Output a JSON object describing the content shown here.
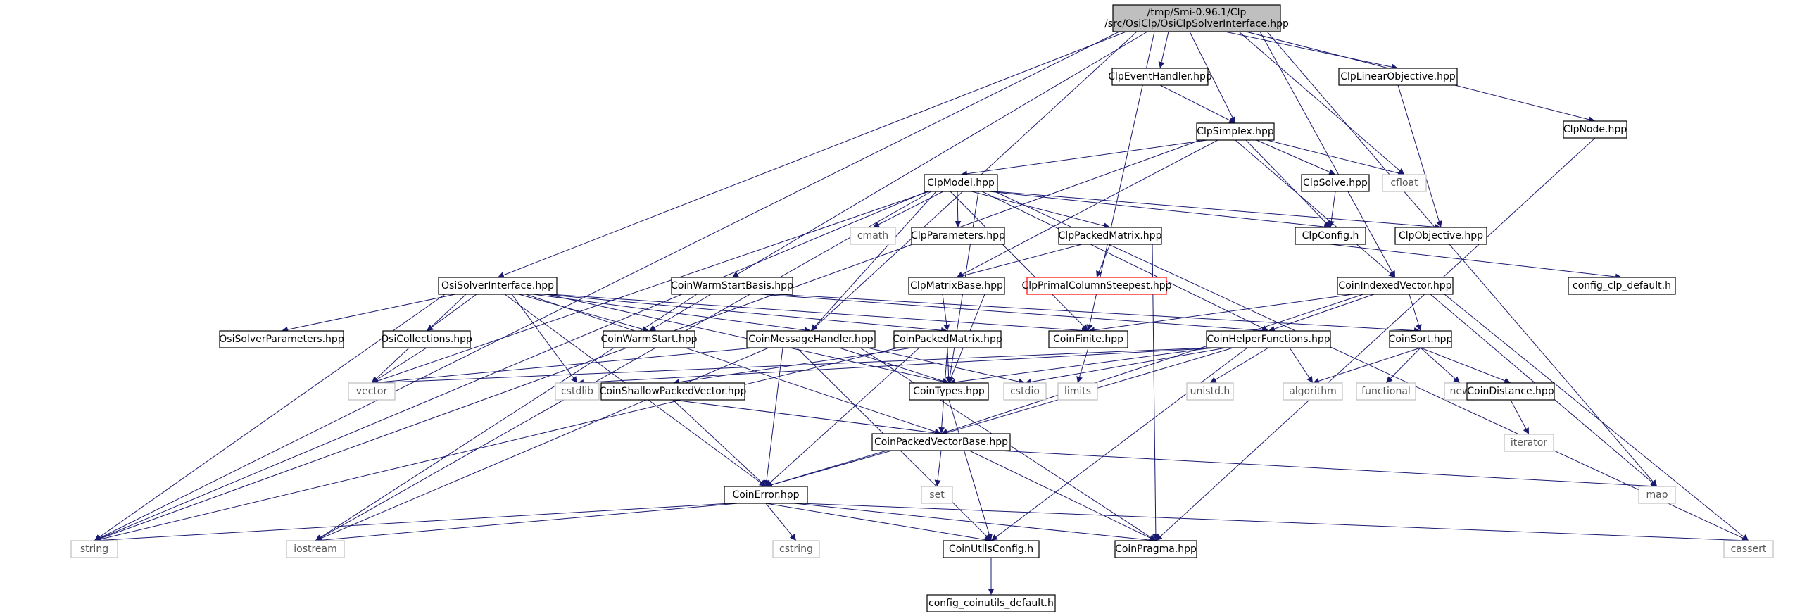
{
  "colors": {
    "edge": "#191970",
    "node_border": "#000000",
    "node_border_light": "#bfbfbf",
    "node_border_missing": "#ff0000",
    "root_fill": "#bfbfbf",
    "text": "#000000",
    "text_light": "#555555"
  },
  "nodes": [
    {
      "id": "root",
      "lines": [
        "/tmp/Smi-0.96.1/Clp",
        "/src/OsiClp/OsiClpSolverInterface.hpp"
      ],
      "style": "root"
    },
    {
      "id": "ClpEventHandler",
      "lines": [
        "ClpEventHandler.hpp"
      ],
      "style": "normal"
    },
    {
      "id": "ClpLinearObjective",
      "lines": [
        "ClpLinearObjective.hpp"
      ],
      "style": "normal"
    },
    {
      "id": "ClpSimplex",
      "lines": [
        "ClpSimplex.hpp"
      ],
      "style": "normal"
    },
    {
      "id": "ClpNode",
      "lines": [
        "ClpNode.hpp"
      ],
      "style": "normal"
    },
    {
      "id": "ClpModel",
      "lines": [
        "ClpModel.hpp"
      ],
      "style": "normal"
    },
    {
      "id": "ClpSolve",
      "lines": [
        "ClpSolve.hpp"
      ],
      "style": "normal"
    },
    {
      "id": "cfloat",
      "lines": [
        "cfloat"
      ],
      "style": "light"
    },
    {
      "id": "cmath",
      "lines": [
        "cmath"
      ],
      "style": "light"
    },
    {
      "id": "ClpParameters",
      "lines": [
        "ClpParameters.hpp"
      ],
      "style": "normal"
    },
    {
      "id": "ClpPackedMatrix",
      "lines": [
        "ClpPackedMatrix.hpp"
      ],
      "style": "normal"
    },
    {
      "id": "ClpConfig",
      "lines": [
        "ClpConfig.h"
      ],
      "style": "normal"
    },
    {
      "id": "ClpObjective",
      "lines": [
        "ClpObjective.hpp"
      ],
      "style": "normal"
    },
    {
      "id": "OsiSolverInterface",
      "lines": [
        "OsiSolverInterface.hpp"
      ],
      "style": "normal"
    },
    {
      "id": "CoinWarmStartBasis",
      "lines": [
        "CoinWarmStartBasis.hpp"
      ],
      "style": "normal"
    },
    {
      "id": "ClpMatrixBase",
      "lines": [
        "ClpMatrixBase.hpp"
      ],
      "style": "normal"
    },
    {
      "id": "ClpPrimalColumnSteepest",
      "lines": [
        "ClpPrimalColumnSteepest.hpp"
      ],
      "style": "missing"
    },
    {
      "id": "CoinIndexedVector",
      "lines": [
        "CoinIndexedVector.hpp"
      ],
      "style": "normal"
    },
    {
      "id": "config_clp_default",
      "lines": [
        "config_clp_default.h"
      ],
      "style": "normal"
    },
    {
      "id": "OsiSolverParameters",
      "lines": [
        "OsiSolverParameters.hpp"
      ],
      "style": "normal"
    },
    {
      "id": "OsiCollections",
      "lines": [
        "OsiCollections.hpp"
      ],
      "style": "normal"
    },
    {
      "id": "CoinWarmStart",
      "lines": [
        "CoinWarmStart.hpp"
      ],
      "style": "normal"
    },
    {
      "id": "CoinMessageHandler",
      "lines": [
        "CoinMessageHandler.hpp"
      ],
      "style": "normal"
    },
    {
      "id": "CoinPackedMatrix",
      "lines": [
        "CoinPackedMatrix.hpp"
      ],
      "style": "normal"
    },
    {
      "id": "CoinFinite",
      "lines": [
        "CoinFinite.hpp"
      ],
      "style": "normal"
    },
    {
      "id": "CoinHelperFunctions",
      "lines": [
        "CoinHelperFunctions.hpp"
      ],
      "style": "normal"
    },
    {
      "id": "CoinSort",
      "lines": [
        "CoinSort.hpp"
      ],
      "style": "normal"
    },
    {
      "id": "vector",
      "lines": [
        "vector"
      ],
      "style": "light"
    },
    {
      "id": "cstdlib",
      "lines": [
        "cstdlib"
      ],
      "style": "light"
    },
    {
      "id": "CoinShallowPackedVector",
      "lines": [
        "CoinShallowPackedVector.hpp"
      ],
      "style": "normal"
    },
    {
      "id": "CoinTypes",
      "lines": [
        "CoinTypes.hpp"
      ],
      "style": "normal"
    },
    {
      "id": "cstdio",
      "lines": [
        "cstdio"
      ],
      "style": "light"
    },
    {
      "id": "limits",
      "lines": [
        "limits"
      ],
      "style": "light"
    },
    {
      "id": "unistd",
      "lines": [
        "unistd.h"
      ],
      "style": "light"
    },
    {
      "id": "algorithm",
      "lines": [
        "algorithm"
      ],
      "style": "light"
    },
    {
      "id": "functional",
      "lines": [
        "functional"
      ],
      "style": "light"
    },
    {
      "id": "new",
      "lines": [
        "new"
      ],
      "style": "light"
    },
    {
      "id": "CoinDistance",
      "lines": [
        "CoinDistance.hpp"
      ],
      "style": "normal"
    },
    {
      "id": "iterator",
      "lines": [
        "iterator"
      ],
      "style": "light"
    },
    {
      "id": "CoinPackedVectorBase",
      "lines": [
        "CoinPackedVectorBase.hpp"
      ],
      "style": "normal"
    },
    {
      "id": "set",
      "lines": [
        "set"
      ],
      "style": "light"
    },
    {
      "id": "map",
      "lines": [
        "map"
      ],
      "style": "light"
    },
    {
      "id": "CoinError",
      "lines": [
        "CoinError.hpp"
      ],
      "style": "normal"
    },
    {
      "id": "cstring",
      "lines": [
        "cstring"
      ],
      "style": "light"
    },
    {
      "id": "string",
      "lines": [
        "string"
      ],
      "style": "light"
    },
    {
      "id": "iostream",
      "lines": [
        "iostream"
      ],
      "style": "light"
    },
    {
      "id": "CoinUtilsConfig",
      "lines": [
        "CoinUtilsConfig.h"
      ],
      "style": "normal"
    },
    {
      "id": "CoinPragma",
      "lines": [
        "CoinPragma.hpp"
      ],
      "style": "normal"
    },
    {
      "id": "cassert",
      "lines": [
        "cassert"
      ],
      "style": "light"
    },
    {
      "id": "config_coinutils_default",
      "lines": [
        "config_coinutils_default.h"
      ],
      "style": "normal"
    }
  ],
  "edges": [
    [
      "root",
      "ClpEventHandler"
    ],
    [
      "root",
      "ClpSimplex"
    ],
    [
      "root",
      "ClpLinearObjective"
    ],
    [
      "root",
      "ClpNode"
    ],
    [
      "root",
      "cfloat"
    ],
    [
      "root",
      "CoinIndexedVector"
    ],
    [
      "root",
      "map"
    ],
    [
      "root",
      "string"
    ],
    [
      "root",
      "OsiSolverInterface"
    ],
    [
      "root",
      "CoinWarmStartBasis"
    ],
    [
      "root",
      "CoinMessageHandler"
    ],
    [
      "root",
      "CoinFinite"
    ],
    [
      "ClpEventHandler",
      "ClpSimplex"
    ],
    [
      "ClpLinearObjective",
      "ClpObjective"
    ],
    [
      "ClpNode",
      "CoinPragma"
    ],
    [
      "ClpSimplex",
      "ClpModel"
    ],
    [
      "ClpSimplex",
      "ClpSolve"
    ],
    [
      "ClpSimplex",
      "cfloat"
    ],
    [
      "ClpSimplex",
      "ClpConfig"
    ],
    [
      "ClpSimplex",
      "ClpMatrixBase"
    ],
    [
      "ClpSimplex",
      "CoinIndexedVector"
    ],
    [
      "ClpSimplex",
      "string"
    ],
    [
      "ClpModel",
      "cmath"
    ],
    [
      "ClpModel",
      "ClpParameters"
    ],
    [
      "ClpModel",
      "ClpPackedMatrix"
    ],
    [
      "ClpModel",
      "ClpConfig"
    ],
    [
      "ClpModel",
      "ClpObjective"
    ],
    [
      "ClpModel",
      "CoinMessageHandler"
    ],
    [
      "ClpModel",
      "CoinHelperFunctions"
    ],
    [
      "ClpModel",
      "CoinTypes"
    ],
    [
      "ClpModel",
      "CoinFinite"
    ],
    [
      "ClpModel",
      "vector"
    ],
    [
      "ClpModel",
      "string"
    ],
    [
      "ClpModel",
      "iostream"
    ],
    [
      "ClpModel",
      "cassert"
    ],
    [
      "ClpSolve",
      "ClpConfig"
    ],
    [
      "ClpConfig",
      "config_clp_default"
    ],
    [
      "ClpPackedMatrix",
      "ClpMatrixBase"
    ],
    [
      "ClpPackedMatrix",
      "ClpPrimalColumnSteepest"
    ],
    [
      "ClpPackedMatrix",
      "CoinPragma"
    ],
    [
      "ClpMatrixBase",
      "CoinPackedMatrix"
    ],
    [
      "ClpMatrixBase",
      "CoinTypes"
    ],
    [
      "CoinWarmStartBasis",
      "CoinWarmStart"
    ],
    [
      "CoinWarmStartBasis",
      "CoinSort"
    ],
    [
      "CoinWarmStartBasis",
      "CoinHelperFunctions"
    ],
    [
      "CoinWarmStartBasis",
      "iostream"
    ],
    [
      "OsiSolverInterface",
      "OsiSolverParameters"
    ],
    [
      "OsiSolverInterface",
      "OsiCollections"
    ],
    [
      "OsiSolverInterface",
      "CoinWarmStart"
    ],
    [
      "OsiSolverInterface",
      "CoinMessageHandler"
    ],
    [
      "OsiSolverInterface",
      "CoinPackedMatrix"
    ],
    [
      "OsiSolverInterface",
      "CoinFinite"
    ],
    [
      "OsiSolverInterface",
      "CoinTypes"
    ],
    [
      "OsiSolverInterface",
      "vector"
    ],
    [
      "OsiSolverInterface",
      "string"
    ],
    [
      "OsiSolverInterface",
      "cstdlib"
    ],
    [
      "OsiSolverInterface",
      "CoinPackedVectorBase"
    ],
    [
      "OsiSolverInterface",
      "CoinError"
    ],
    [
      "OsiCollections",
      "vector"
    ],
    [
      "CoinIndexedVector",
      "CoinFinite"
    ],
    [
      "CoinIndexedVector",
      "CoinHelperFunctions"
    ],
    [
      "CoinIndexedVector",
      "CoinSort"
    ],
    [
      "CoinIndexedVector",
      "CoinPackedVectorBase"
    ],
    [
      "CoinIndexedVector",
      "map"
    ],
    [
      "CoinIndexedVector",
      "cassert"
    ],
    [
      "CoinMessageHandler",
      "CoinTypes"
    ],
    [
      "CoinMessageHandler",
      "CoinPragma"
    ],
    [
      "CoinMessageHandler",
      "cstdio"
    ],
    [
      "CoinMessageHandler",
      "vector"
    ],
    [
      "CoinMessageHandler",
      "iostream"
    ],
    [
      "CoinMessageHandler",
      "CoinUtilsConfig"
    ],
    [
      "CoinMessageHandler",
      "CoinError"
    ],
    [
      "CoinPackedMatrix",
      "CoinTypes"
    ],
    [
      "CoinPackedMatrix",
      "CoinShallowPackedVector"
    ],
    [
      "CoinPackedMatrix",
      "CoinPackedVectorBase"
    ],
    [
      "CoinPackedMatrix",
      "CoinError"
    ],
    [
      "CoinPackedMatrix",
      "string"
    ],
    [
      "CoinFinite",
      "limits"
    ],
    [
      "CoinHelperFunctions",
      "CoinTypes"
    ],
    [
      "CoinHelperFunctions",
      "cstdio"
    ],
    [
      "CoinHelperFunctions",
      "unistd"
    ],
    [
      "CoinHelperFunctions",
      "algorithm"
    ],
    [
      "CoinHelperFunctions",
      "cstdlib"
    ],
    [
      "CoinHelperFunctions",
      "CoinError"
    ],
    [
      "CoinHelperFunctions",
      "CoinUtilsConfig"
    ],
    [
      "CoinHelperFunctions",
      "vector"
    ],
    [
      "CoinSort",
      "algorithm"
    ],
    [
      "CoinSort",
      "functional"
    ],
    [
      "CoinSort",
      "new"
    ],
    [
      "CoinSort",
      "CoinDistance"
    ],
    [
      "CoinDistance",
      "iterator"
    ],
    [
      "CoinShallowPackedVector",
      "CoinPackedVectorBase"
    ],
    [
      "CoinShallowPackedVector",
      "CoinError"
    ],
    [
      "CoinTypes",
      "CoinUtilsConfig"
    ],
    [
      "CoinPackedVectorBase",
      "set"
    ],
    [
      "CoinPackedVectorBase",
      "map"
    ],
    [
      "CoinPackedVectorBase",
      "CoinError"
    ],
    [
      "CoinPackedVectorBase",
      "CoinPragma"
    ],
    [
      "CoinError",
      "cstring"
    ],
    [
      "CoinError",
      "string"
    ],
    [
      "CoinError",
      "iostream"
    ],
    [
      "CoinError",
      "CoinUtilsConfig"
    ],
    [
      "CoinError",
      "CoinPragma"
    ],
    [
      "CoinError",
      "cassert"
    ],
    [
      "CoinUtilsConfig",
      "config_coinutils_default"
    ]
  ]
}
